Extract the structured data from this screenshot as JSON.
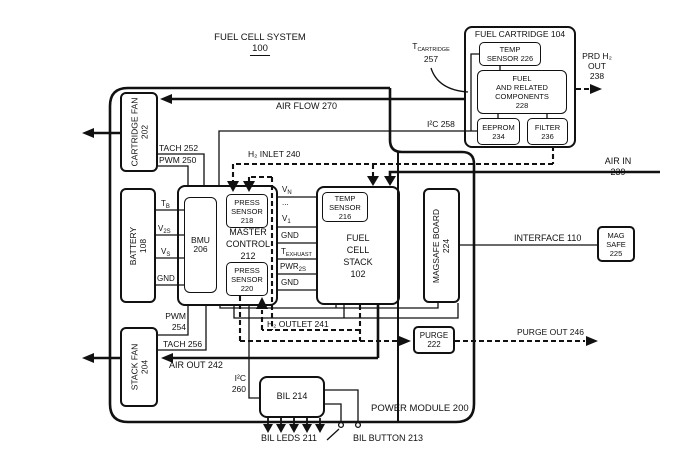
{
  "title": {
    "main": "FUEL CELL SYSTEM",
    "number": "100"
  },
  "cartridge": {
    "title": "FUEL CARTRIDGE 104",
    "temp_sensor": [
      "TEMP",
      "SENSOR 226"
    ],
    "components": [
      "FUEL",
      "AND RELATED",
      "COMPONENTS",
      "228"
    ],
    "eeprom": [
      "EEPROM",
      "234"
    ],
    "filter": [
      "FILTER",
      "236"
    ]
  },
  "labels": {
    "t_cartridge": {
      "base": "T",
      "sub": "CARTRIDGE",
      "num": "257"
    },
    "prd_h2_out": [
      "PRD H₂",
      "OUT",
      "238"
    ],
    "air_in": [
      "AIR IN",
      "239"
    ],
    "air_flow": "AIR FLOW 270",
    "i2c_258": "I²C 258",
    "h2_inlet": "H₂ INLET 240",
    "h2_outlet": "H₂ OUTLET 241",
    "air_out": "AIR OUT 242",
    "purge_out": "PURGE OUT 246",
    "interface": "INTERFACE 110",
    "i2c_260": [
      "I²C",
      "260"
    ],
    "tach_252": "TACH 252",
    "pwm_250": "PWM 250",
    "pwm_254": [
      "PWM",
      "254"
    ],
    "tach_256": "TACH 256",
    "bil_leds": "BIL LEDS 211",
    "bil_button": "BIL BUTTON 213",
    "power_module": "POWER MODULE 200"
  },
  "components": {
    "cartridge_fan": [
      "CARTRIDGE FAN",
      "202"
    ],
    "stack_fan": [
      "STACK FAN",
      "204"
    ],
    "battery": [
      "BATTERY",
      "108"
    ],
    "bmu": [
      "BMU",
      "206"
    ],
    "master_control": [
      "MASTER",
      "CONTROL",
      "212"
    ],
    "press_sensor_218": [
      "PRESS",
      "SENSOR",
      "218"
    ],
    "press_sensor_220": [
      "PRESS",
      "SENSOR",
      "220"
    ],
    "temp_sensor_216": [
      "TEMP",
      "SENSOR",
      "216"
    ],
    "fuel_cell_stack": [
      "FUEL",
      "CELL",
      "STACK",
      "102"
    ],
    "magsafe_board": [
      "MAGSAFE BOARD",
      "224"
    ],
    "mag_safe": [
      "MAG",
      "SAFE",
      "225"
    ],
    "purge": [
      "PURGE",
      "222"
    ],
    "bil": "BIL 214"
  },
  "signals": {
    "t_b": {
      "base": "T",
      "sub": "B"
    },
    "v_2s": {
      "base": "V",
      "sub": "2S"
    },
    "v_s": {
      "base": "V",
      "sub": "S"
    },
    "gnd_battery": "GND",
    "v_n": {
      "base": "V",
      "sub": "N"
    },
    "dots": "...",
    "v_1": {
      "base": "V",
      "sub": "1"
    },
    "gnd_1": "GND",
    "t_exhuast": {
      "base": "T",
      "sub": "EXHUAST"
    },
    "pwr_2s": {
      "base": "PWR",
      "sub": "2S"
    },
    "gnd_2": "GND"
  }
}
